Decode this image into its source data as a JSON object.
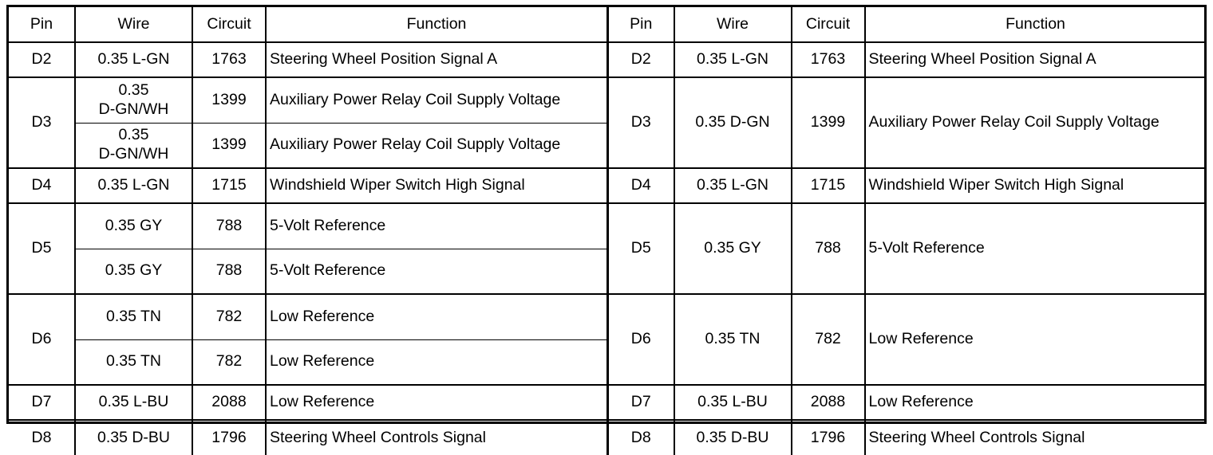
{
  "document": {
    "kind": "connector-pinout-table",
    "layout": "two-tables-side-by-side"
  },
  "columns": {
    "pin": "Pin",
    "wire": "Wire",
    "circuit": "Circuit",
    "function": "Function"
  },
  "left_table": {
    "headers": [
      "Pin",
      "Wire",
      "Circuit",
      "Function"
    ],
    "rows": [
      {
        "pin": "D2",
        "subrows": [
          {
            "wire": "0.35 L-GN",
            "wire_lines": [
              "0.35 L-GN"
            ],
            "circuit": "1763",
            "function": "Steering Wheel Position Signal A"
          }
        ]
      },
      {
        "pin": "D3",
        "subrows": [
          {
            "wire": "0.35 D-GN/WH",
            "wire_lines": [
              "0.35",
              "D-GN/WH"
            ],
            "circuit": "1399",
            "function": "Auxiliary Power Relay Coil Supply Voltage"
          },
          {
            "wire": "0.35 D-GN/WH",
            "wire_lines": [
              "0.35",
              "D-GN/WH"
            ],
            "circuit": "1399",
            "function": "Auxiliary Power Relay Coil Supply Voltage"
          }
        ]
      },
      {
        "pin": "D4",
        "subrows": [
          {
            "wire": "0.35 L-GN",
            "wire_lines": [
              "0.35 L-GN"
            ],
            "circuit": "1715",
            "function": "Windshield Wiper Switch High Signal"
          }
        ]
      },
      {
        "pin": "D5",
        "subrows": [
          {
            "wire": "0.35 GY",
            "wire_lines": [
              "0.35 GY"
            ],
            "circuit": "788",
            "function": "5-Volt Reference"
          },
          {
            "wire": "0.35 GY",
            "wire_lines": [
              "0.35 GY"
            ],
            "circuit": "788",
            "function": "5-Volt Reference"
          }
        ]
      },
      {
        "pin": "D6",
        "subrows": [
          {
            "wire": "0.35 TN",
            "wire_lines": [
              "0.35 TN"
            ],
            "circuit": "782",
            "function": "Low Reference"
          },
          {
            "wire": "0.35 TN",
            "wire_lines": [
              "0.35 TN"
            ],
            "circuit": "782",
            "function": "Low Reference"
          }
        ]
      },
      {
        "pin": "D7",
        "subrows": [
          {
            "wire": "0.35 L-BU",
            "wire_lines": [
              "0.35 L-BU"
            ],
            "circuit": "2088",
            "function": "Low Reference"
          }
        ]
      },
      {
        "pin": "D8",
        "subrows": [
          {
            "wire": "0.35 D-BU",
            "wire_lines": [
              "0.35 D-BU"
            ],
            "circuit": "1796",
            "function": "Steering Wheel Controls Signal"
          }
        ]
      }
    ]
  },
  "right_table": {
    "headers": [
      "Pin",
      "Wire",
      "Circuit",
      "Function"
    ],
    "rows": [
      {
        "pin": "D2",
        "subrows": [
          {
            "wire": "0.35 L-GN",
            "wire_lines": [
              "0.35 L-GN"
            ],
            "circuit": "1763",
            "function": "Steering Wheel Position Signal A"
          }
        ]
      },
      {
        "pin": "D3",
        "subrows": [
          {
            "wire": "0.35 D-GN",
            "wire_lines": [
              "0.35 D-GN"
            ],
            "circuit": "1399",
            "function": "Auxiliary Power Relay Coil Supply Voltage"
          }
        ]
      },
      {
        "pin": "D4",
        "subrows": [
          {
            "wire": "0.35 L-GN",
            "wire_lines": [
              "0.35 L-GN"
            ],
            "circuit": "1715",
            "function": "Windshield Wiper Switch High Signal"
          }
        ]
      },
      {
        "pin": "D5",
        "subrows": [
          {
            "wire": "0.35 GY",
            "wire_lines": [
              "0.35 GY"
            ],
            "circuit": "788",
            "function": "5-Volt Reference"
          }
        ]
      },
      {
        "pin": "D6",
        "subrows": [
          {
            "wire": "0.35 TN",
            "wire_lines": [
              "0.35 TN"
            ],
            "circuit": "782",
            "function": "Low Reference"
          }
        ]
      },
      {
        "pin": "D7",
        "subrows": [
          {
            "wire": "0.35 L-BU",
            "wire_lines": [
              "0.35 L-BU"
            ],
            "circuit": "2088",
            "function": "Low Reference"
          }
        ]
      },
      {
        "pin": "D8",
        "subrows": [
          {
            "wire": "0.35 D-BU",
            "wire_lines": [
              "0.35 D-BU"
            ],
            "circuit": "1796",
            "function": "Steering Wheel Controls Signal"
          }
        ]
      }
    ]
  },
  "row_heights": {
    "header": 44,
    "single": 44,
    "double_total": 114,
    "right_merged_tall": 114
  },
  "colors": {
    "border": "#000000",
    "text": "#000000",
    "background": "#ffffff"
  }
}
